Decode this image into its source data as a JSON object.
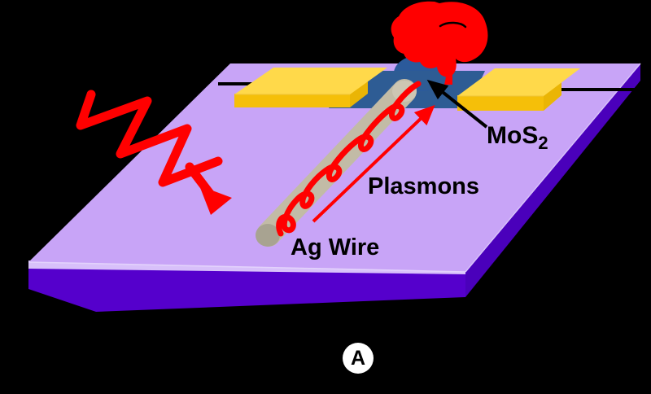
{
  "figure": {
    "panel_label": "A",
    "title": "Plasmon-driven MoS2 photodetector schematic",
    "background_color": "#000000"
  },
  "labels": {
    "material_label": "MoS",
    "material_subscript": "2",
    "plasmons_label": "Plasmons",
    "wire_label": "Ag Wire"
  },
  "colors": {
    "substrate_top": "#c8a4f7",
    "substrate_side": "#5500cc",
    "substrate_edge": "#ddc8fb",
    "electrode_top": "#ffd94a",
    "electrode_side": "#f5bf09",
    "flake_blue": "#2e5c94",
    "flake_bump": "#2b5a9b",
    "wire_body": "#c2bba6",
    "wire_cap": "#a8a391",
    "light_red": "#ff0000",
    "lead_black": "#000000",
    "panel_disc": "#ffffff"
  },
  "elements": {
    "substrate_name": "SiO2 / Si substrate slab",
    "left_electrode_name": "left gold electrode",
    "right_electrode_name": "right gold electrode",
    "flake_name": "MoS2 flake",
    "wire_name": "silver nanowire",
    "incident_light_name": "incident laser zigzag arrow",
    "plasmon_wave_name": "propagating plasmon wave",
    "plasmon_arrow_name": "plasmon propagation direction arrow",
    "emission_name": "red photoluminescence emission burst",
    "left_lead_name": "left electrical contact lead",
    "right_lead_name": "right electrical contact lead",
    "pointer_name": "MoS2 pointer arrow"
  }
}
